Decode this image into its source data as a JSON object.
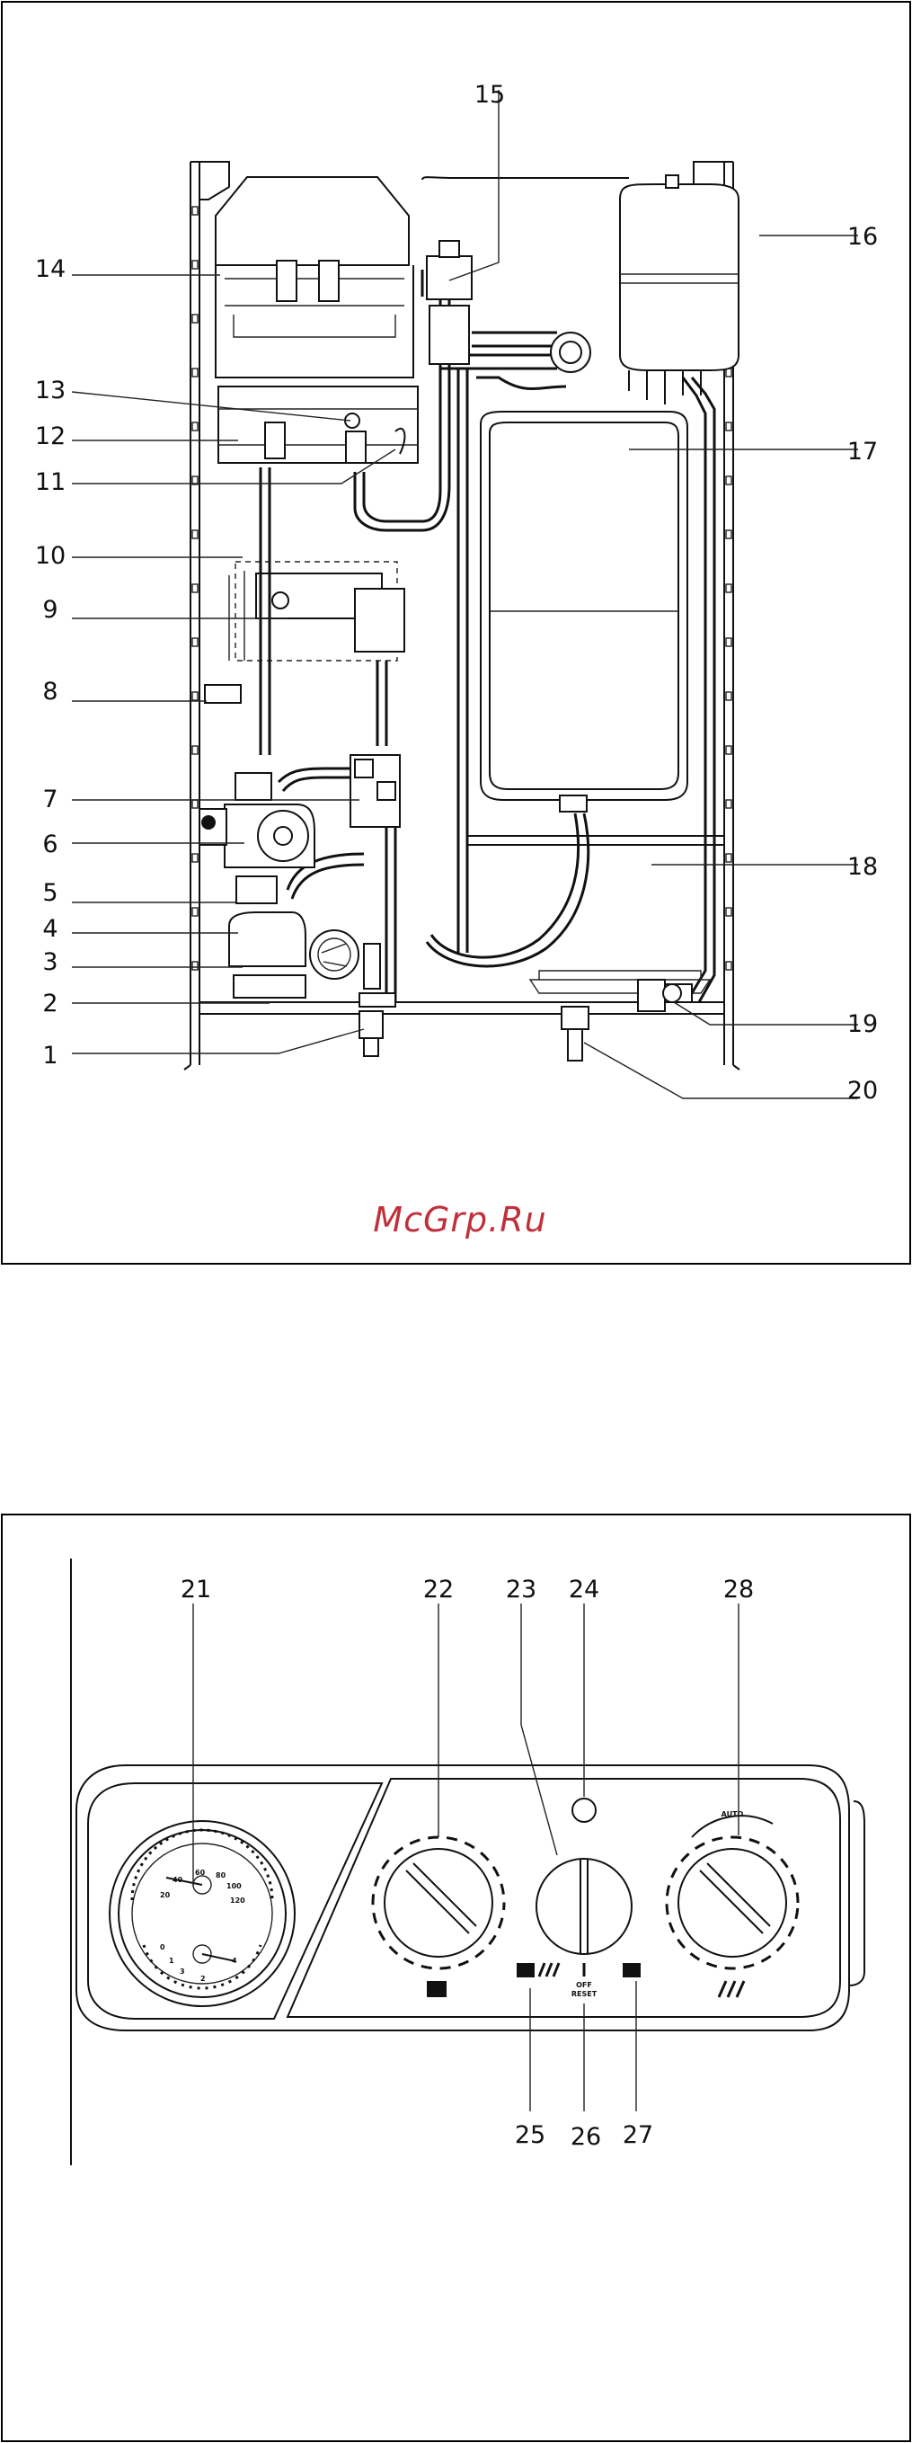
{
  "watermark": "McGrp.Ru",
  "boiler_callouts": [
    "1",
    "2",
    "3",
    "4",
    "5",
    "6",
    "7",
    "8",
    "9",
    "10",
    "11",
    "12",
    "13",
    "14",
    "15",
    "16",
    "17",
    "18",
    "19",
    "20"
  ],
  "panel_callouts": [
    "21",
    "22",
    "23",
    "24",
    "25",
    "26",
    "27",
    "28"
  ],
  "panel_text": {
    "auto": "AUTO",
    "off_reset_1": "OFF",
    "off_reset_2": "RESET"
  },
  "gauge_ticks": {
    "temperature": [
      "20",
      "40",
      "60",
      "80",
      "100",
      "120"
    ],
    "pressure": [
      "0",
      "1",
      "2",
      "3",
      "4"
    ]
  }
}
